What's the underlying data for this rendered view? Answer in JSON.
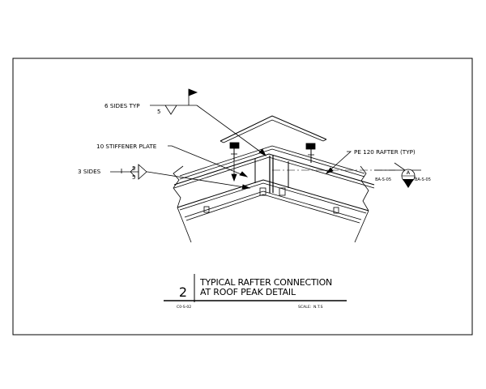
{
  "labels": {
    "weld_top": "6 SIDES TYP",
    "weld_top_size": "5",
    "stiffener": "10 STIFFENER PLATE",
    "weld_left": "3 SIDES",
    "weld_left_size_top": "5",
    "weld_left_size_bottom": "5",
    "rafter": "PE 120 RAFTER (TYP)"
  },
  "section_marker": {
    "letter": "A",
    "ref_left": "BA-S-05",
    "ref_right": "BA-S-05"
  },
  "title_block": {
    "detail_number": "2",
    "title_line1": "TYPICAL RAFTER CONNECTION",
    "title_line2": "AT ROOF PEAK DETAIL",
    "sheet_ref": "C0-S-02",
    "scale_label": "SCALE:",
    "scale_value": "N.T.S"
  }
}
